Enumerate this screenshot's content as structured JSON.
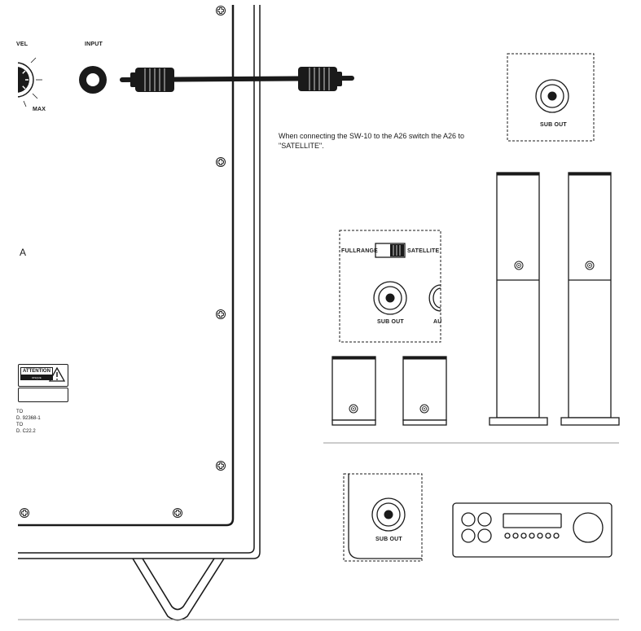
{
  "labels": {
    "level": "VEL",
    "input": "INPUT",
    "max": "MAX",
    "sub_out_top": "SUB OUT",
    "sub_out_mid": "SUB OUT",
    "sub_out_bottom": "SUB OUT",
    "fullrange": "FULLRANGE",
    "satellite": "SATELLITE",
    "aux_partial": "AU",
    "letter_a": "A"
  },
  "note": "When connecting the SW-10 to the A26 switch the A26 to \"SATELLITE\".",
  "attention": {
    "title": "ATTENTION",
    "subtitle": "RISQUE D'ELECTROCUTION NE PAS OUVRIR"
  },
  "compliance": [
    "TO",
    "D. 92368-1",
    "TO",
    "D. C22.2",
    ""
  ],
  "colors": {
    "line": "#1a1a1a",
    "background": "#ffffff"
  },
  "icons": [
    "screw-icon",
    "warning-triangle-icon",
    "rca-jack-icon",
    "rca-cable-icon",
    "selector-switch-icon",
    "volume-knob-icon"
  ]
}
